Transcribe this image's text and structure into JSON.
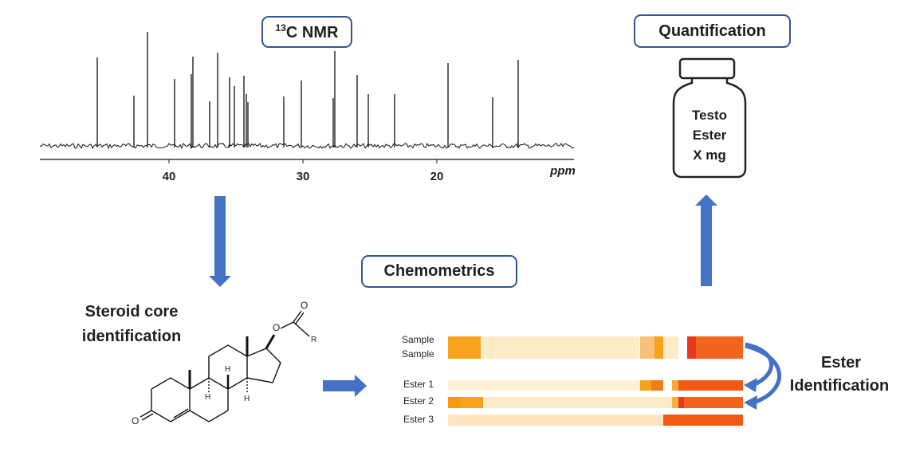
{
  "nmr": {
    "title_sup": "13",
    "title_main": "C NMR",
    "axis_unit": "ppm",
    "ticks": [
      "40",
      "30",
      "20"
    ]
  },
  "quantification": {
    "title": "Quantification",
    "vial_lines": [
      "Testo",
      "Ester",
      "X mg"
    ]
  },
  "chemometrics": {
    "title": "Chemometrics"
  },
  "steroid": {
    "title_line1": "Steroid core",
    "title_line2": "identification",
    "r_label": "R",
    "o_label": "O",
    "h_label": "H"
  },
  "heatmap": {
    "sample_labels": [
      "Sample",
      "Sample"
    ],
    "ester_labels": [
      "Ester 1",
      "Ester 2",
      "Ester 3"
    ]
  },
  "ester_identification": {
    "line1": "Ester",
    "line2": "Identification"
  },
  "colors": {
    "arrow": "#4472c4",
    "box_border": "#2f5597",
    "heat_low": "#fdebc8",
    "heat_mid": "#f7a21c",
    "heat_high": "#e8371a"
  }
}
